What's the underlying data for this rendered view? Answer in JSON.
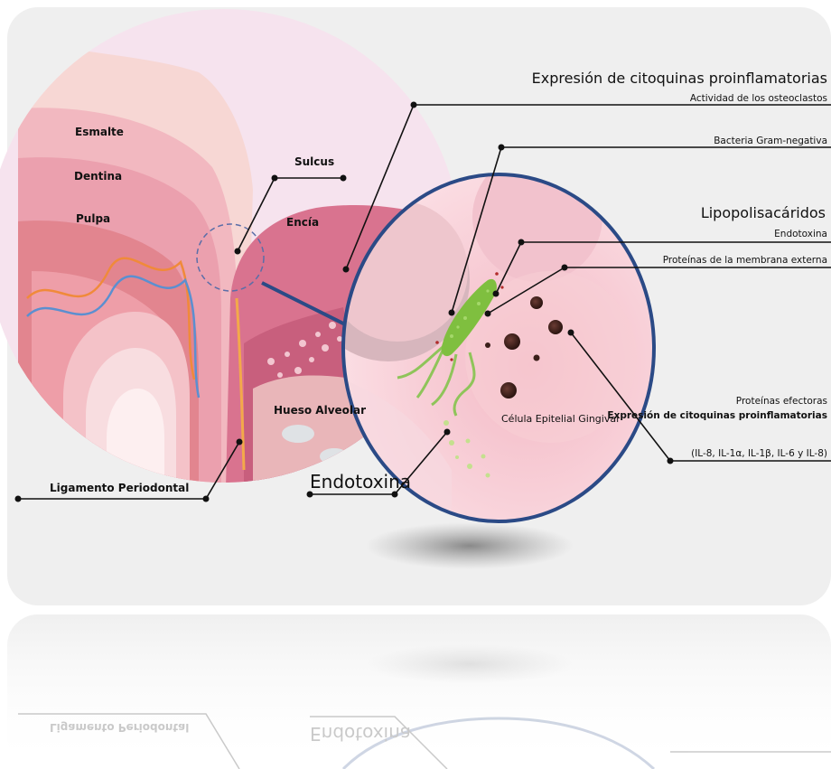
{
  "tooth_labels": {
    "esmalte": "Esmalte",
    "dentina": "Dentina",
    "pulpa": "Pulpa",
    "sulcus": "Sulcus",
    "encia": "Encía",
    "hueso": "Hueso Alveolar",
    "ligamento": "Ligamento Periodontal"
  },
  "zoom_labels": {
    "celula": "Célula Epitelial Gingival",
    "endotoxina_big": "Endotoxina"
  },
  "callouts": {
    "citoquinas_title": "Expresión de citoquinas proinflamatorias",
    "osteoclastos": "Actividad de los osteoclastos",
    "gram_negativa": "Bacteria Gram-negativa",
    "lps_title": "Lipopolisacáridos",
    "endotoxina_small": "Endotoxina",
    "membrana": "Proteínas de la membrana externa",
    "efectoras": "Proteínas efectoras",
    "citoquinas_bold": "Expresión de citoquinas proinflamatorias",
    "interleucinas": "(IL-8, IL-1α, IL-1β, IL-6 y IL-8)"
  },
  "reflection": {
    "ligamento": "Ligamento Periodontal",
    "endotoxina": "Endotoxina"
  },
  "colors": {
    "panel": "#efefef",
    "gum": "#d9738f",
    "zoom_border": "#2b4a86",
    "bacteria": "#7fbf3f",
    "cell": "#f6c6cf"
  }
}
